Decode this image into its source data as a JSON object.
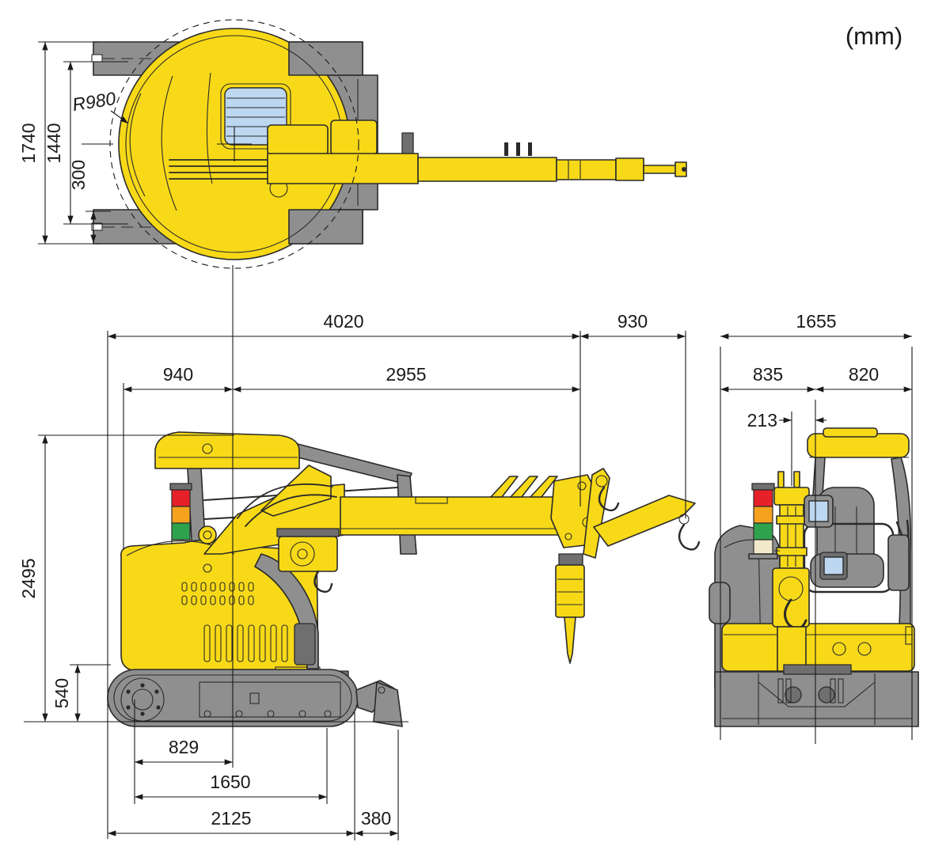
{
  "unit_label": "(mm)",
  "colors": {
    "background": "#FFFFFF",
    "machine_yellow": "#F7D917",
    "track_gray": "#8F8F8F",
    "dark_gray": "#6F6F6F",
    "outline": "#2A2A2A",
    "dim_line": "#1A1A1A",
    "window_blue": "#BDD7F0",
    "signal_red": "#E62129",
    "signal_amber": "#F5A31F",
    "signal_green": "#2FA24D",
    "signal_cream": "#F2E9CB"
  },
  "dimensions": {
    "top": {
      "overall_width": "1740",
      "inner_width": "1440",
      "track_shoe_width": "300",
      "tail_swing_radius": "R980"
    },
    "side": {
      "overall_length": "4020",
      "head_extension": "930",
      "rear_overhang": "940",
      "boom_length": "2955",
      "overall_height": "2495",
      "crawler_height": "540",
      "tumbler_distance": "829",
      "crawler_contact_length": "1650",
      "crawler_overall_length": "2125",
      "blade_offset": "380"
    },
    "front": {
      "overall_width": "1655",
      "left_half_width": "835",
      "right_half_width": "820",
      "boom_offset": "213"
    }
  }
}
